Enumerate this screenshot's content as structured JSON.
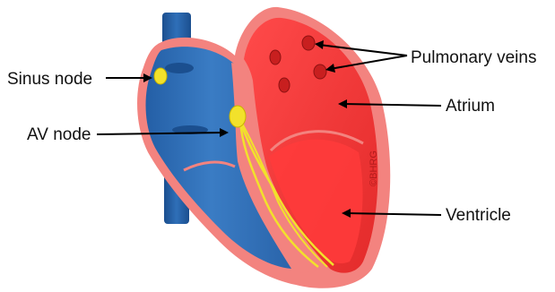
{
  "labels": {
    "sinus_node": "Sinus node",
    "av_node": "AV node",
    "pulmonary_veins": "Pulmonary veins",
    "atrium": "Atrium",
    "ventricle": "Ventricle"
  },
  "watermark": "©BHRG",
  "colors": {
    "venous_blue": "#2f6fb8",
    "dark_blue": "#1f5a9e",
    "arterial_red": "#ee2f2f",
    "bright_red": "#ff3b3b",
    "pink_wall": "#f3837f",
    "node_yellow": "#f2e12b",
    "label_text": "#111111"
  }
}
